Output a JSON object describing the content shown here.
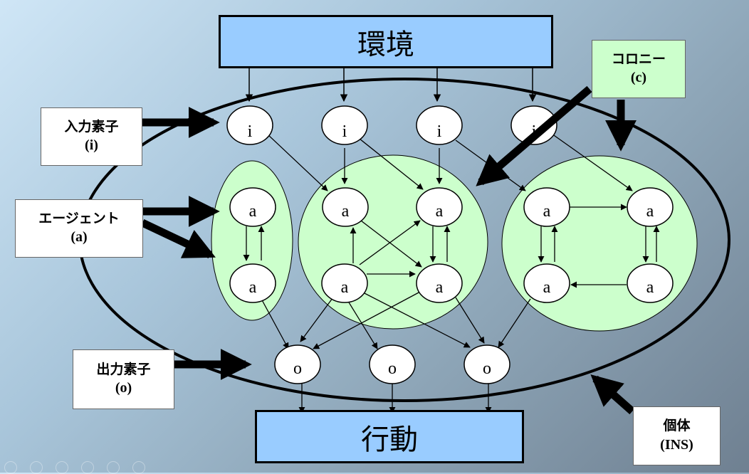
{
  "title_env": "環境",
  "title_act": "行動",
  "labels": {
    "input": {
      "main": "入力素子",
      "sub": "(i)"
    },
    "agent": {
      "main": "エージェント",
      "sub": "(a)"
    },
    "output": {
      "main": "出力素子",
      "sub": "(o)"
    },
    "colony": {
      "main": "コロニー",
      "sub": "(c)"
    },
    "individual": {
      "main": "個体",
      "sub": "(INS)"
    }
  },
  "node_letters": {
    "input": "i",
    "agent": "a",
    "output": "o"
  },
  "colors": {
    "title_fill": "#99ccff",
    "colony_fill": "#ccffcc",
    "node_fill": "#ffffff"
  }
}
